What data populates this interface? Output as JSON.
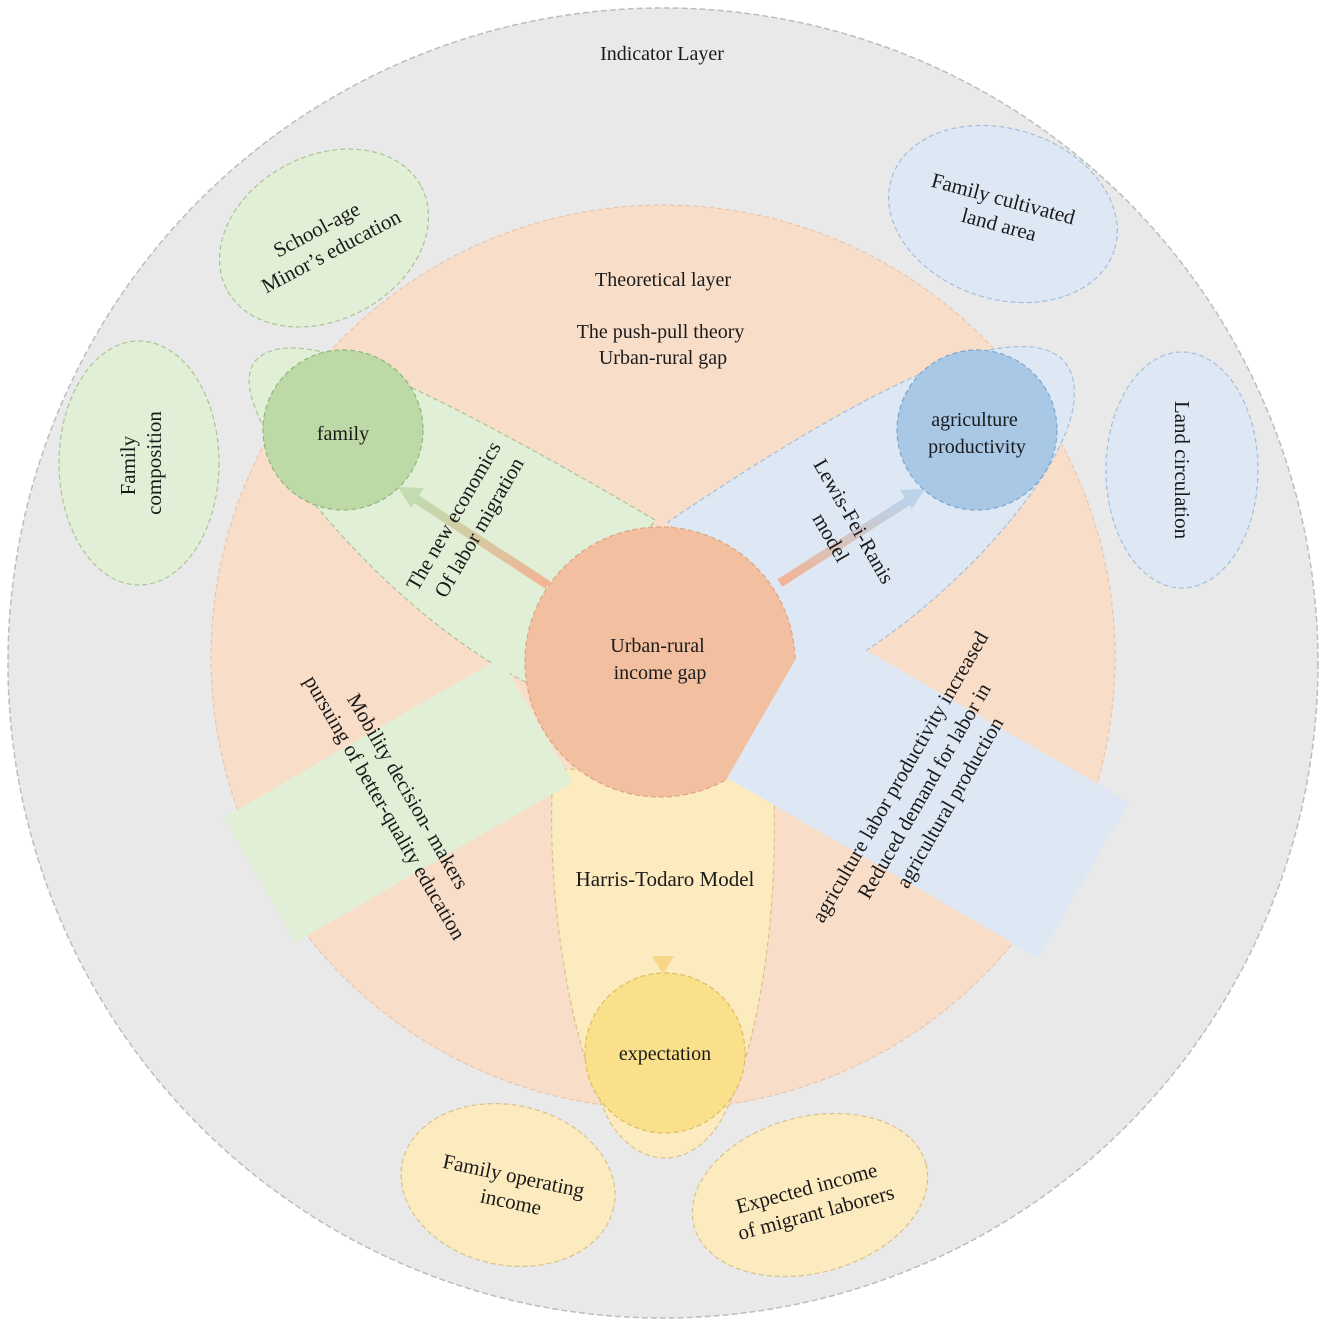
{
  "indicator_layer": {
    "title": "Indicator Layer",
    "items": {
      "education": [
        "School-age",
        "Minor’s education"
      ],
      "family_composition": [
        "Family",
        "composition"
      ],
      "cultivated_land": [
        "Family cultivated",
        "land area"
      ],
      "land_circulation": [
        "Land circulation"
      ],
      "operating_income": [
        "Family operating",
        "income"
      ],
      "expected_income": [
        "Expected income",
        "of migrant laborers"
      ]
    }
  },
  "theoretical_layer": {
    "title": "Theoretical layer",
    "subtitle": [
      "The push-pull theory",
      "Urban-rural gap"
    ]
  },
  "center": {
    "label": [
      "Urban-rural",
      "income gap"
    ]
  },
  "nodes": {
    "family": [
      "family"
    ],
    "agriculture": [
      "agriculture",
      "productivity"
    ],
    "expectation": [
      "expectation"
    ]
  },
  "theories": {
    "new_economics": [
      "The new economics",
      "Of labor migration"
    ],
    "lewis": [
      "Lewis-Fei-Ranis",
      "model"
    ],
    "harris_todaro": [
      "Harris-Todaro Model"
    ]
  },
  "mechanisms": {
    "mobility": [
      "Mobility decision- makers",
      "pursuing of better-quality education"
    ],
    "agri_labor": [
      "agriculture labor productivity increased",
      "Reduced demand for labor in",
      "agricultural production"
    ]
  },
  "colors": {
    "outer": "#e9e9e9",
    "theoretical": "#f8ddc8",
    "center": "#f2c0a0",
    "green_petal": "#e2efd7",
    "green_node": "#bcd9a6",
    "blue_petal": "#dde8f4",
    "blue_node": "#a8c8e6",
    "yellow_petal": "#fdebc0",
    "yellow_node": "#fbe08c",
    "arrow_green": "#c4dcb2",
    "arrow_blue": "#bcd4ea",
    "arrow_orange": "#f2b494",
    "arrow_yellow": "#f7d68a"
  }
}
